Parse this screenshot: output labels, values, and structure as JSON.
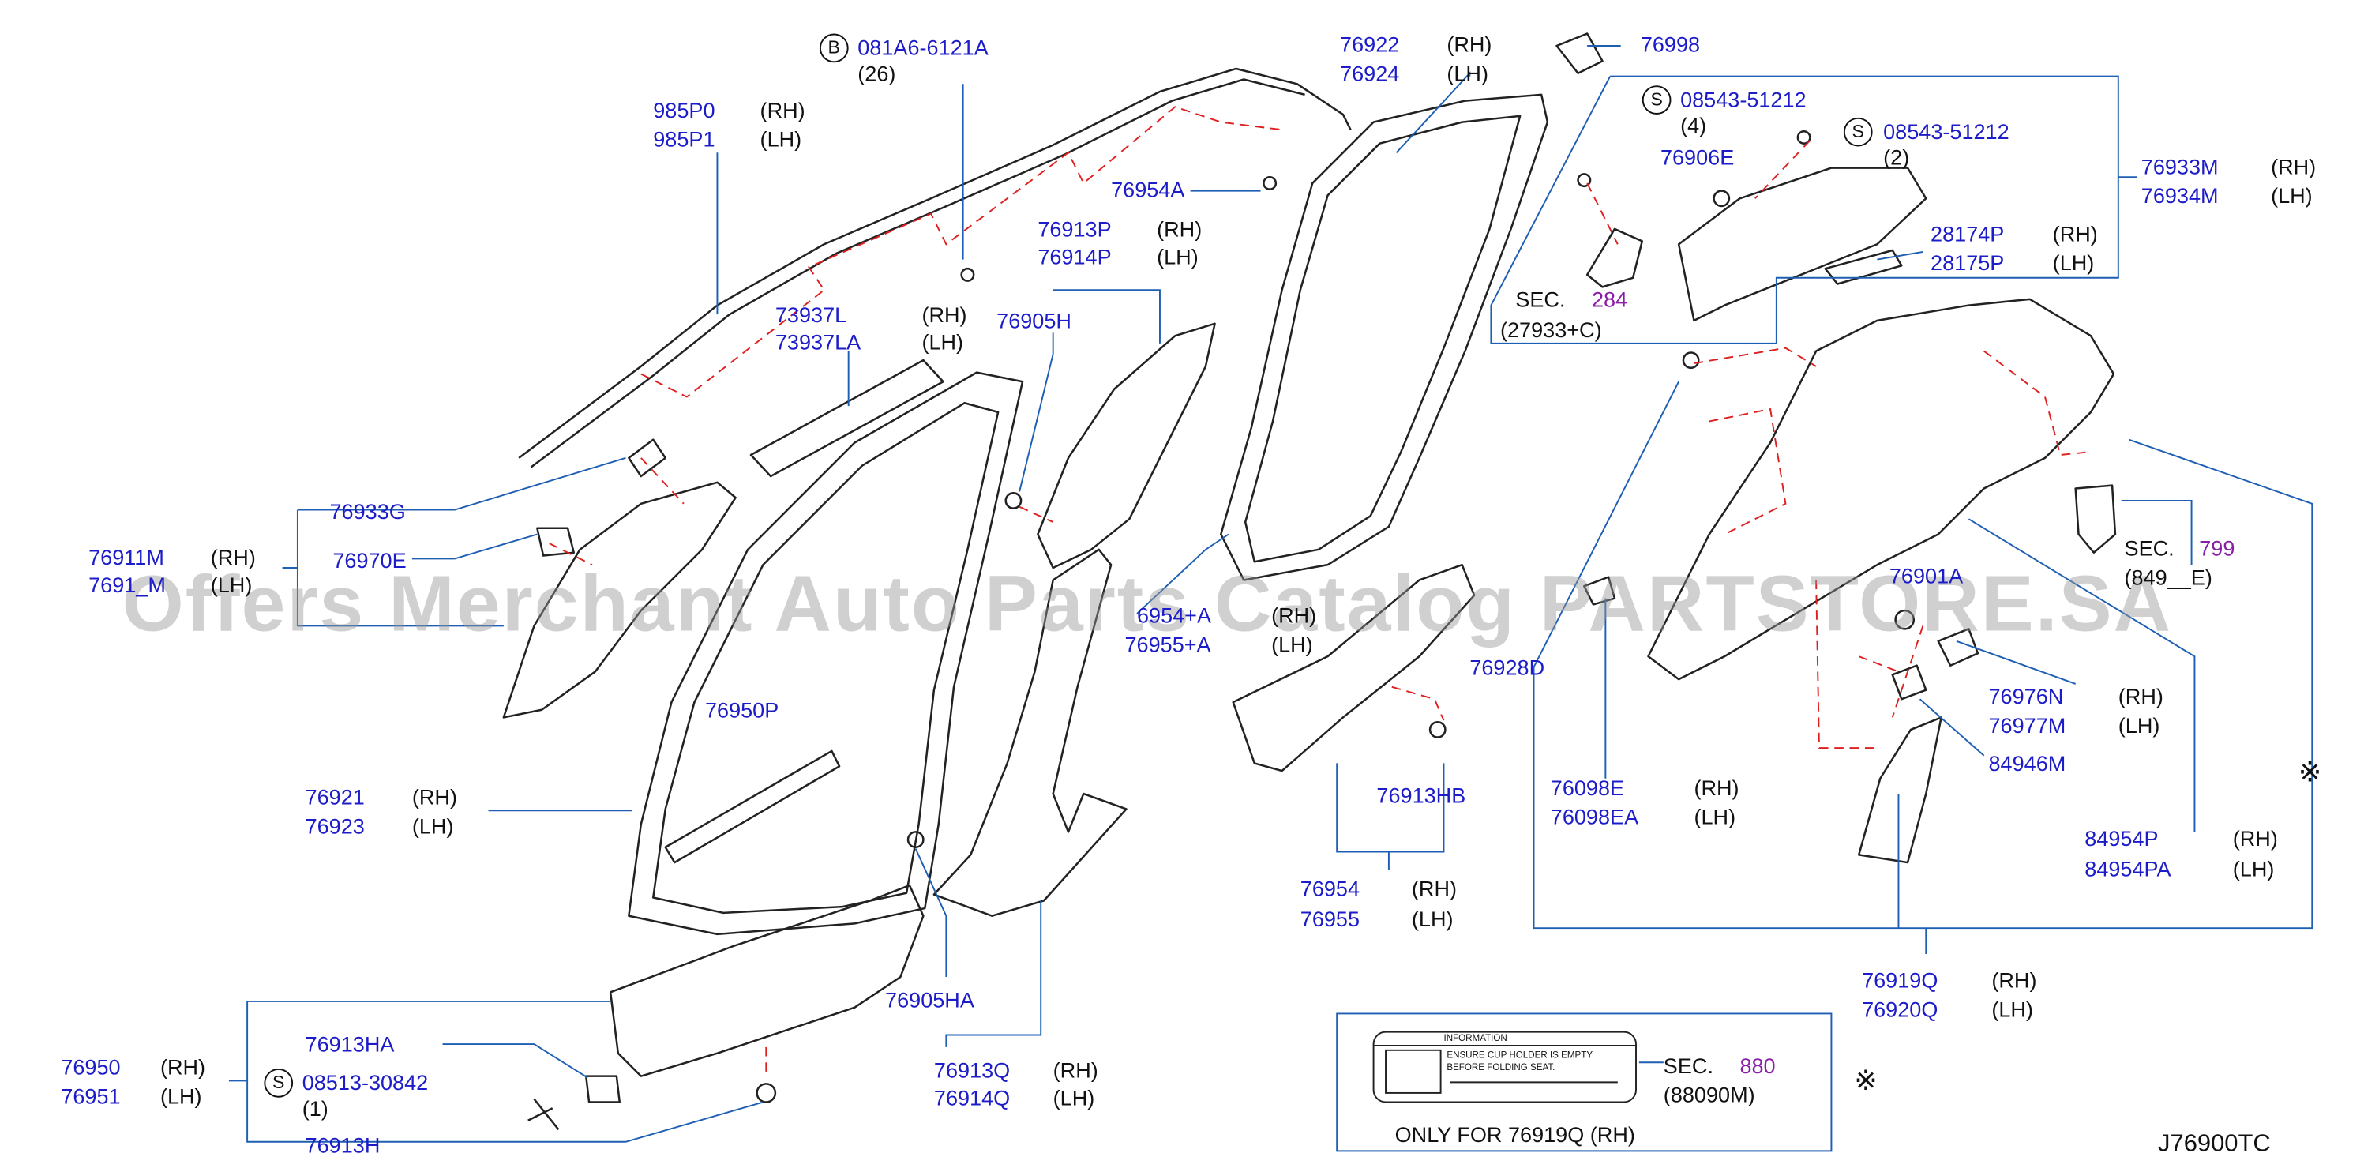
{
  "watermark": "Offers Merchant Auto Parts Catalog PARTSTORE.SA",
  "diagram_id": "J76900TC",
  "callouts": [
    {
      "part": "081A6-6121A",
      "side": "",
      "qty": "(26)",
      "symbol": "B"
    },
    {
      "part": "985P0",
      "side": "(RH)"
    },
    {
      "part": "985P1",
      "side": "(LH)"
    },
    {
      "part": "73937L",
      "side": "(RH)"
    },
    {
      "part": "73937LA",
      "side": "(LH)"
    },
    {
      "part": "76954A",
      "side": ""
    },
    {
      "part": "76913P",
      "side": "(RH)"
    },
    {
      "part": "76914P",
      "side": "(LH)"
    },
    {
      "part": "76905H",
      "side": ""
    },
    {
      "part": "76922",
      "side": "(RH)"
    },
    {
      "part": "76924",
      "side": "(LH)"
    },
    {
      "part": "76998",
      "side": ""
    },
    {
      "part": "08543-51212",
      "side": "",
      "qty": "(4)",
      "symbol": "S"
    },
    {
      "part": "08543-51212",
      "side": "",
      "qty": "(2)",
      "symbol": "S"
    },
    {
      "part": "76906E",
      "side": ""
    },
    {
      "part": "76933M",
      "side": "(RH)"
    },
    {
      "part": "76934M",
      "side": "(LH)"
    },
    {
      "part": "28174P",
      "side": "(RH)"
    },
    {
      "part": "28175P",
      "side": "(LH)"
    },
    {
      "part": "76933G",
      "side": ""
    },
    {
      "part": "76911M",
      "side": "(RH)"
    },
    {
      "part": "7691_M",
      "side": "(LH)"
    },
    {
      "part": "76970E",
      "side": ""
    },
    {
      "part": "76950P",
      "side": ""
    },
    {
      "part": "76921",
      "side": "(RH)"
    },
    {
      "part": "76923",
      "side": "(LH)"
    },
    {
      "part": "6954+A",
      "side": "(RH)"
    },
    {
      "part": "76955+A",
      "side": "(LH)"
    },
    {
      "part": "76928D",
      "side": ""
    },
    {
      "part": "76901A",
      "side": ""
    },
    {
      "part": "76976N",
      "side": "(RH)"
    },
    {
      "part": "76977M",
      "side": "(LH)"
    },
    {
      "part": "84946M",
      "side": ""
    },
    {
      "part": "76098E",
      "side": "(RH)"
    },
    {
      "part": "76098EA",
      "side": "(LH)"
    },
    {
      "part": "84954P",
      "side": "(RH)"
    },
    {
      "part": "84954PA",
      "side": "(LH)"
    },
    {
      "part": "76913HB",
      "side": ""
    },
    {
      "part": "76954",
      "side": "(RH)"
    },
    {
      "part": "76955",
      "side": "(LH)"
    },
    {
      "part": "76919Q",
      "side": "(RH)"
    },
    {
      "part": "76920Q",
      "side": "(LH)"
    },
    {
      "part": "76905HA",
      "side": ""
    },
    {
      "part": "76913HA",
      "side": ""
    },
    {
      "part": "08513-30842",
      "side": "",
      "qty": "(1)",
      "symbol": "S"
    },
    {
      "part": "76913H",
      "side": ""
    },
    {
      "part": "76950",
      "side": "(RH)"
    },
    {
      "part": "76951",
      "side": "(LH)"
    },
    {
      "part": "76913Q",
      "side": "(RH)"
    },
    {
      "part": "76914Q",
      "side": "(LH)"
    }
  ],
  "sections": [
    {
      "prefix": "SEC.",
      "num": "284",
      "code": "(27933+C)"
    },
    {
      "prefix": "SEC.",
      "num": "799",
      "code": "(849__E)"
    },
    {
      "prefix": "SEC.",
      "num": "880",
      "code": "(88090M)"
    }
  ],
  "info_label": {
    "title": "INFORMATION",
    "line1": "ENSURE   CUP   HOLDER   IS   EMPTY",
    "line2": "BEFORE   FOLDING   SEAT."
  },
  "only_for": "ONLY  FOR  76919Q  (RH)",
  "ref_mark": "※",
  "colors": {
    "part_number": "#1c1cc8",
    "section_number": "#8a1ea8",
    "line": "#1e5fb4",
    "dashed": "#e02020"
  }
}
